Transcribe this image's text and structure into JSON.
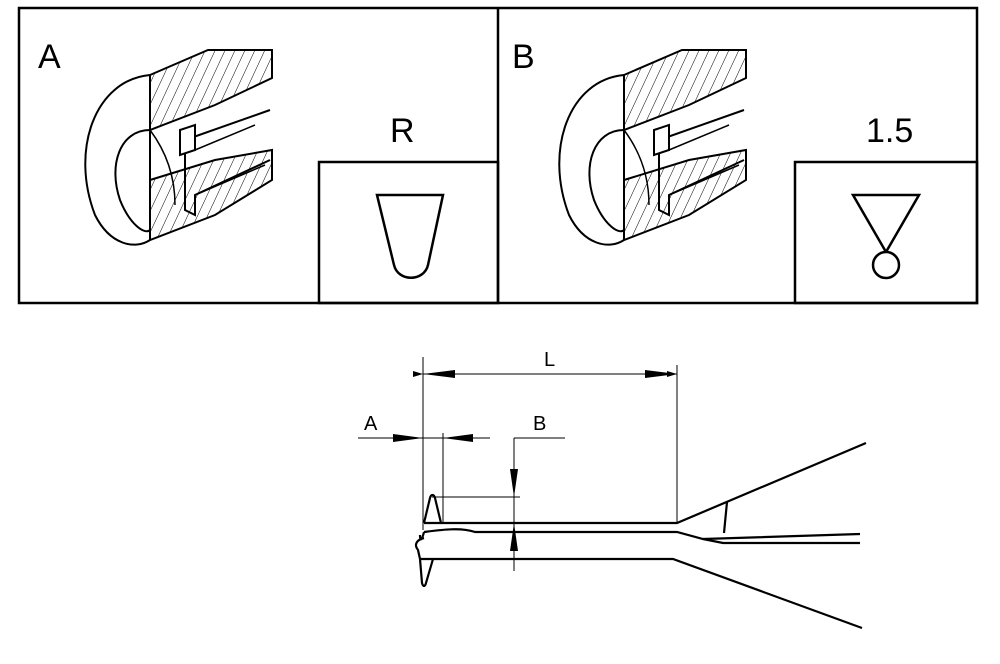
{
  "panels": [
    {
      "label": "A",
      "symbol_text": "R",
      "symbol": "rounded-tip"
    },
    {
      "label": "B",
      "symbol_text": "1.5",
      "symbol": "ball-tip"
    }
  ],
  "dimensions": {
    "length": "L",
    "tip_offset": "A",
    "tip_height": "B"
  },
  "colors": {
    "line": "#000000",
    "background": "#ffffff"
  }
}
